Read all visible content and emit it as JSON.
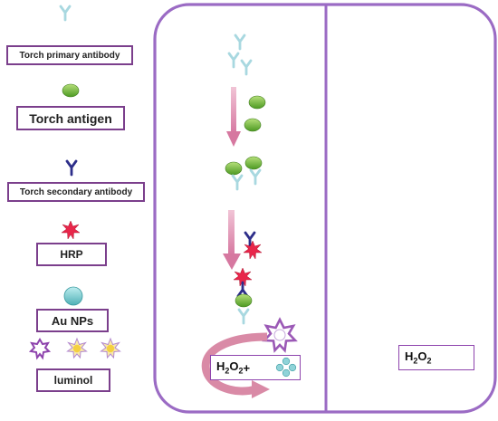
{
  "legend": {
    "primary_antibody": "Torch primary antibody",
    "antigen": "Torch antigen",
    "secondary_antibody": "Torch secondary antibody",
    "hrp": "HRP",
    "au_nps": "Au NPs",
    "luminol": "luminol"
  },
  "reaction": {
    "h2o2_prefix": "H",
    "h2o2_sub1": "2",
    "h2o2_mid": "O",
    "h2o2_sub2": "2",
    "plus": " +"
  },
  "colors": {
    "panel_border": "#9b6bc4",
    "legend_border": "#7b3f8c",
    "primary_antibody": "#a8d8e0",
    "secondary_antibody": "#2d2e8a",
    "antigen": "#7cc242",
    "hrp": "#e8264a",
    "au_np": "#7ccbd0",
    "luminol_outline": "#8e44ad",
    "luminol_fill": "#f7e7a0",
    "arrow": "#e39fb8",
    "curved_arrow": "#d98aa6"
  },
  "icons": [
    "antibody-y-icon",
    "antigen-ellipse-icon",
    "hrp-star-icon",
    "au-np-circle-icon",
    "luminol-star-icon",
    "down-arrow-icon",
    "curved-arrow-icon"
  ]
}
